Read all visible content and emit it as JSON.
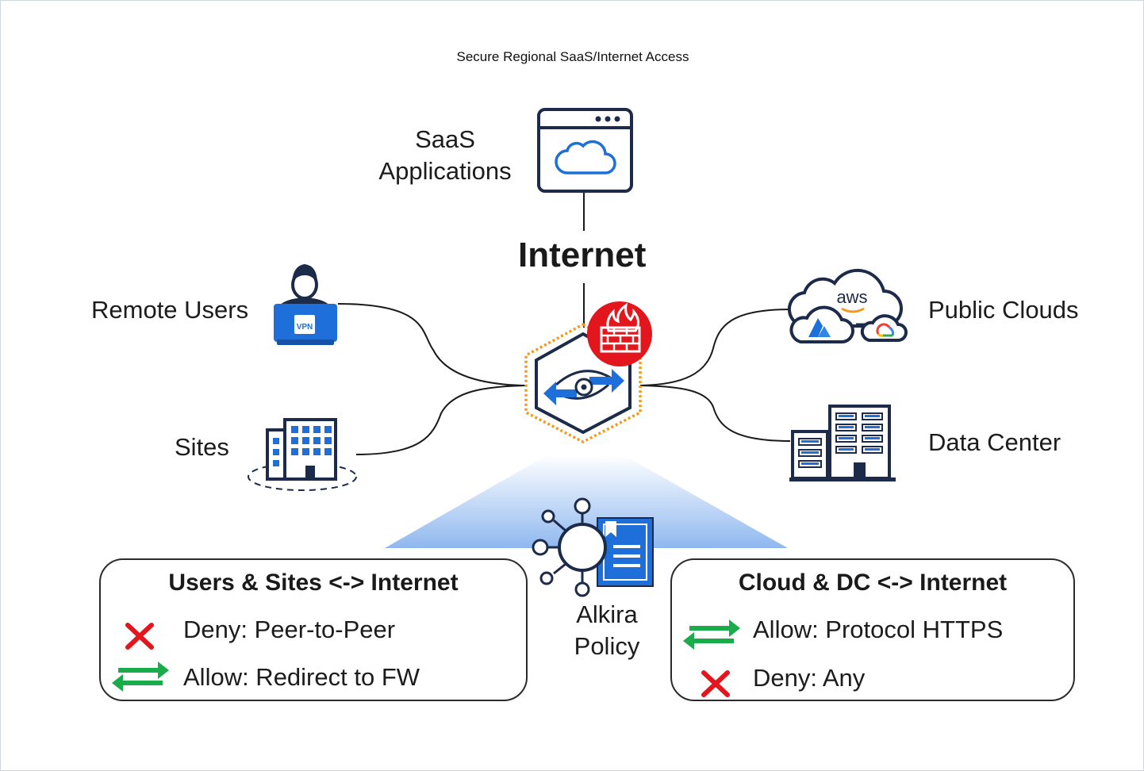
{
  "title": "Secure Regional SaaS/Internet Access",
  "nodes": {
    "saas_line1": "SaaS",
    "saas_line2": "Applications",
    "internet": "Internet",
    "remote_users": "Remote Users",
    "sites": "Sites",
    "public_clouds": "Public Clouds",
    "data_center": "Data Center",
    "policy_line1": "Alkira",
    "policy_line2": "Policy"
  },
  "icons": {
    "vpn_text": "VPN",
    "aws_text": "aws"
  },
  "left_policy": {
    "title": "Users & Sites <-> Internet",
    "rules": [
      {
        "action": "deny",
        "text": "Deny: Peer-to-Peer"
      },
      {
        "action": "allow",
        "text": "Allow: Redirect to FW"
      }
    ]
  },
  "right_policy": {
    "title": "Cloud & DC <-> Internet",
    "rules": [
      {
        "action": "allow",
        "text": "Allow: Protocol HTTPS"
      },
      {
        "action": "deny",
        "text": "Deny: Any"
      }
    ]
  },
  "colors": {
    "brand_blue": "#1e6fd9",
    "firewall_red": "#e3161d",
    "allow_green": "#1aab4b",
    "deny_red": "#e3161d",
    "hex_orange": "#f39a1c",
    "icon_navy": "#1c2b4a"
  }
}
